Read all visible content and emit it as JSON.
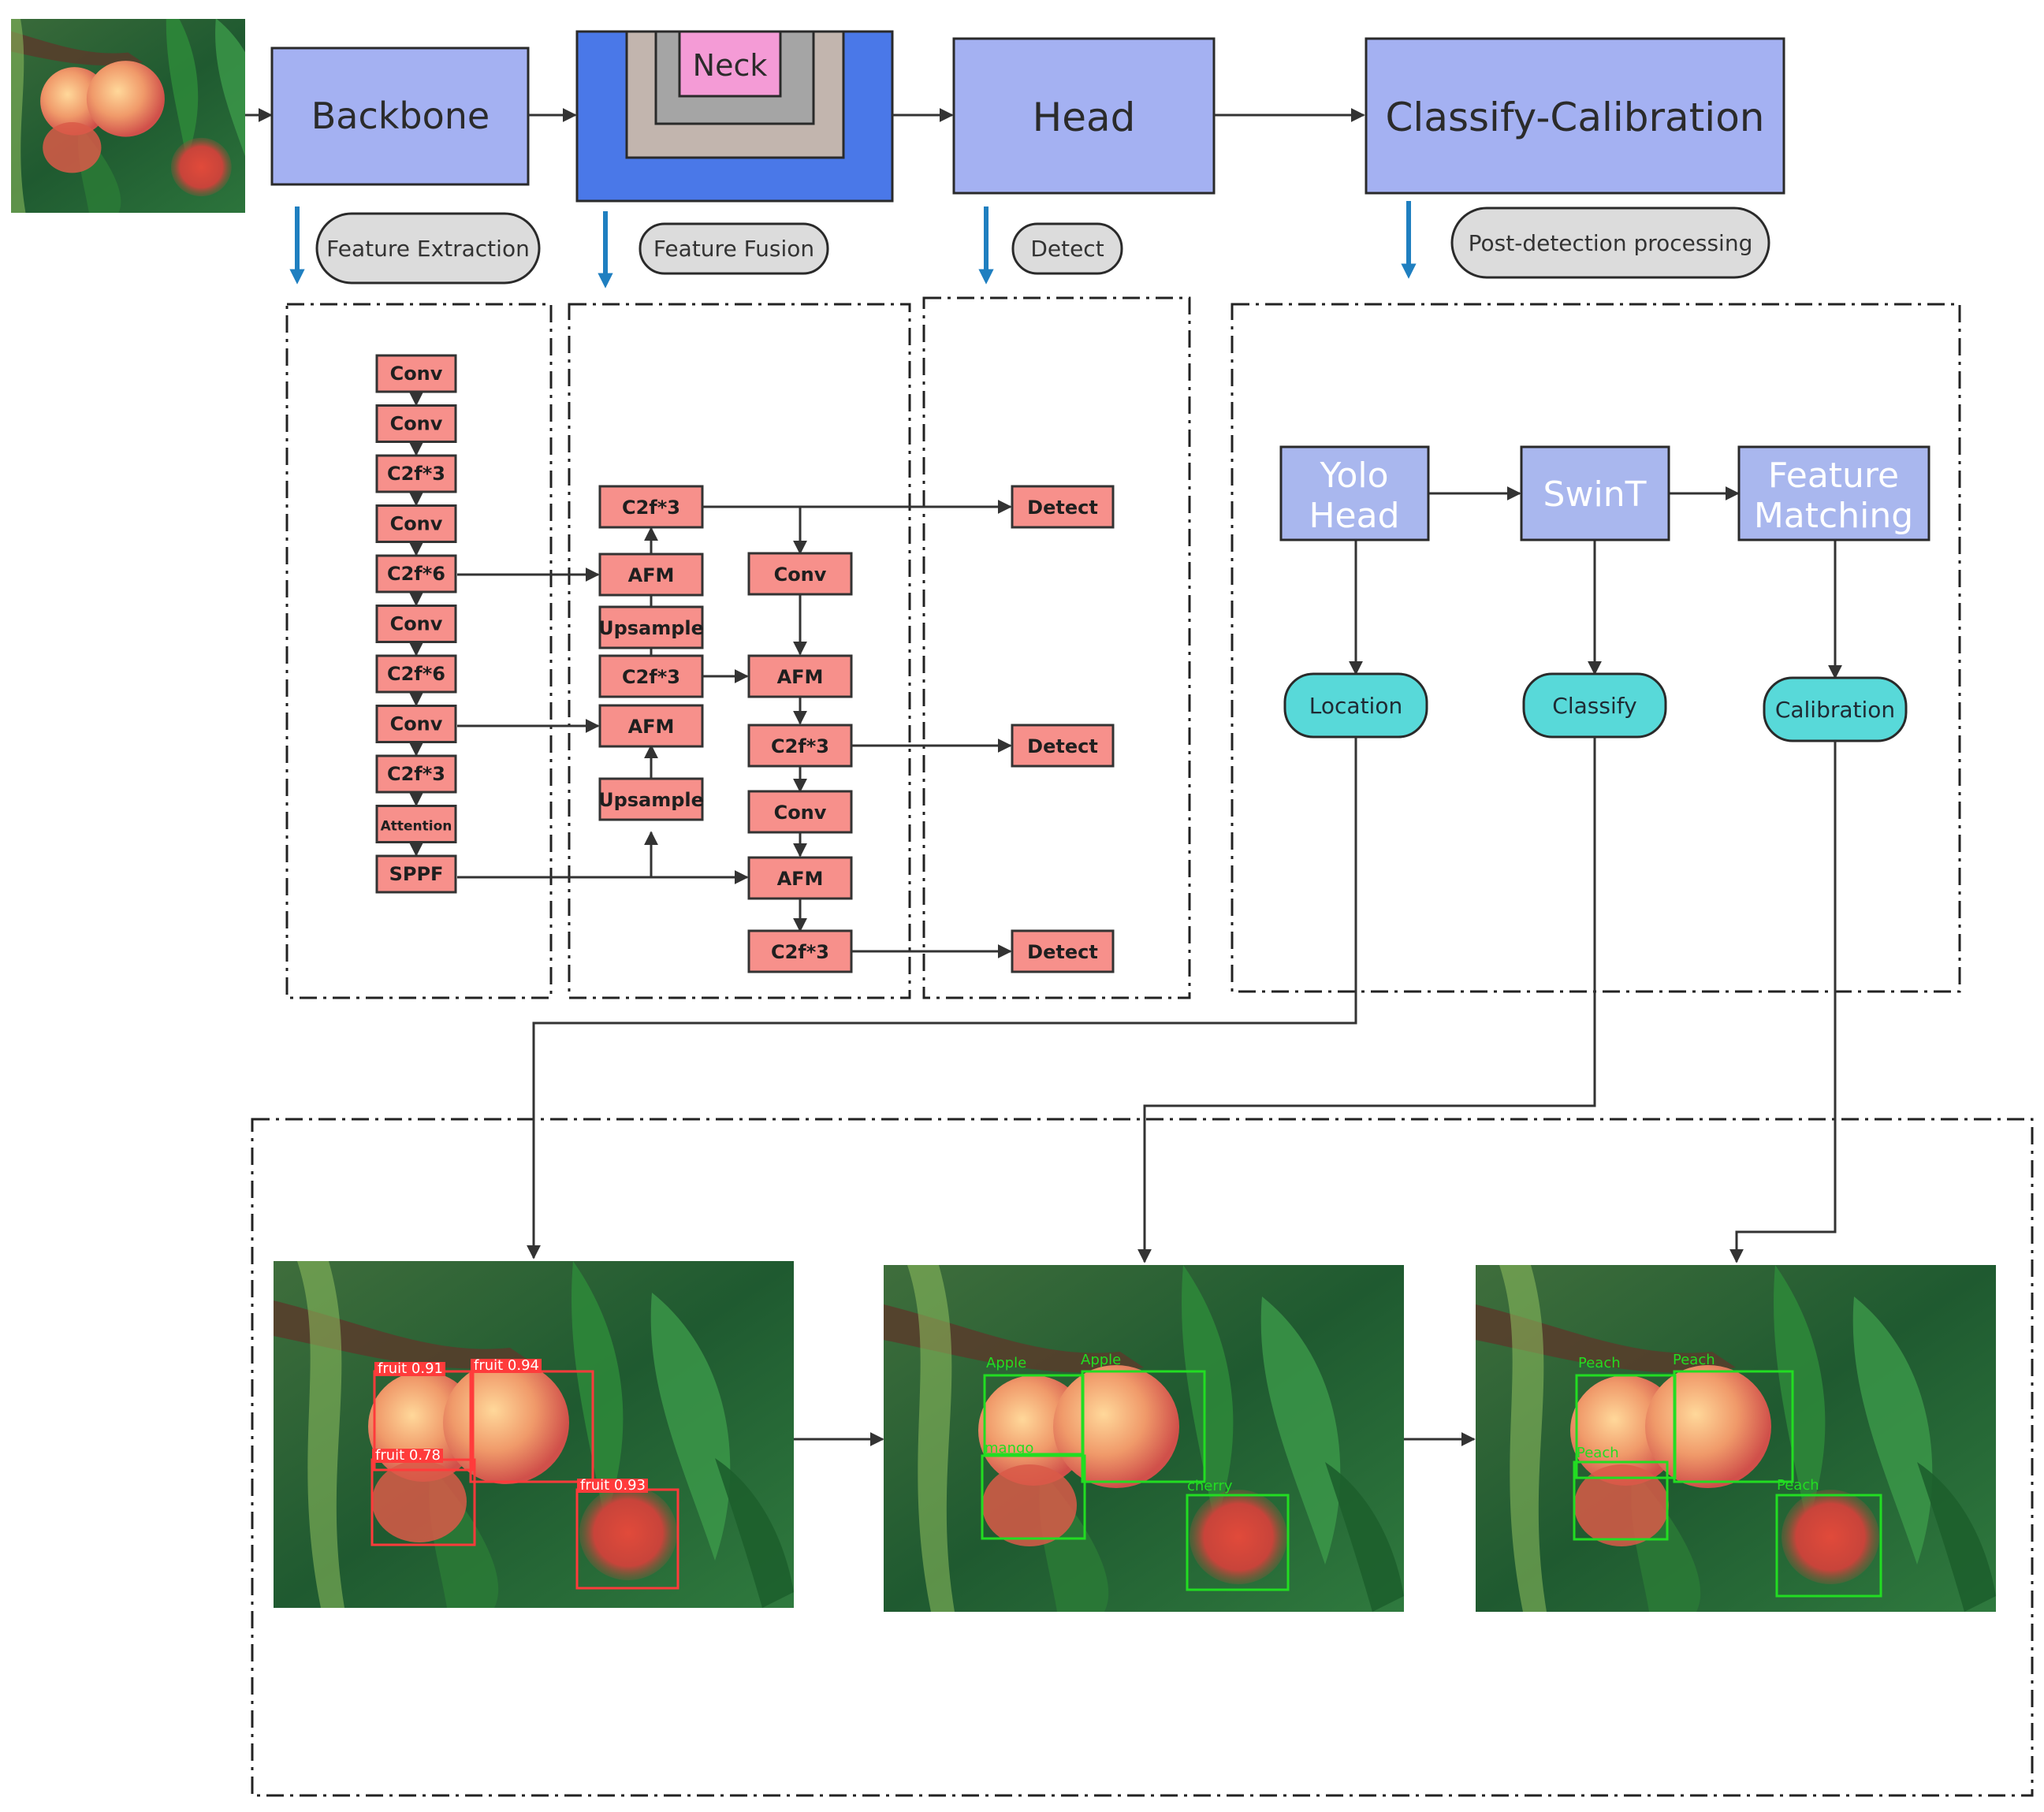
{
  "stages": {
    "backbone": "Backbone",
    "neck": "Neck",
    "head": "Head",
    "calibration": "Classify-Calibration"
  },
  "phases": {
    "feature_extraction": "Feature Extraction",
    "feature_fusion": "Feature Fusion",
    "detect": "Detect",
    "post_detection": "Post-detection processing"
  },
  "backbone_blocks": [
    "Conv",
    "Conv",
    "C2f*3",
    "Conv",
    "C2f*6",
    "Conv",
    "C2f*6",
    "Conv",
    "C2f*3",
    "Attention",
    "SPPF"
  ],
  "neck_blocks": {
    "c2f_top": "C2f*3",
    "afm_1": "AFM",
    "upsample_1": "Upsample",
    "c2f_mid": "C2f*3",
    "afm_2": "AFM",
    "upsample_2": "Upsample",
    "conv_1": "Conv",
    "afm_3": "AFM",
    "c2f_3": "C2f*3",
    "conv_2": "Conv",
    "afm_4": "AFM",
    "c2f_4": "C2f*3"
  },
  "head_blocks": [
    "Detect",
    "Detect",
    "Detect"
  ],
  "post_blocks": {
    "yolo_head": [
      "Yolo",
      "Head"
    ],
    "swint": "SwinT",
    "feature_matching": [
      "Feature",
      "Matching"
    ],
    "location": "Location",
    "classify": "Classify",
    "calibration": "Calibration"
  },
  "results": {
    "detection": [
      "fruit 0.91",
      "fruit 0.94",
      "fruit 0.78",
      "fruit 0.93"
    ],
    "classification": [
      "Apple",
      "Apple",
      "mango",
      "cherry"
    ],
    "calibrated": [
      "Peach",
      "Peach",
      "Peach",
      "Peach"
    ]
  },
  "colors": {
    "stage_fill": "#a4b1f2",
    "neck_outer": "#4a78e8",
    "neck_middle": "#c2b5ae",
    "neck_inner": "#a5a5a5",
    "neck_core": "#f49bd6",
    "block_fill": "#f7908b",
    "block_border": "#c23d3d",
    "post_fill": "#a9b7ee",
    "result_fill": "#58d9d9",
    "phase_pill": "#dcdcdc",
    "phase_arrow": "#1f7fc0",
    "box_red": "#ff3b3b",
    "box_green": "#22dd22"
  }
}
